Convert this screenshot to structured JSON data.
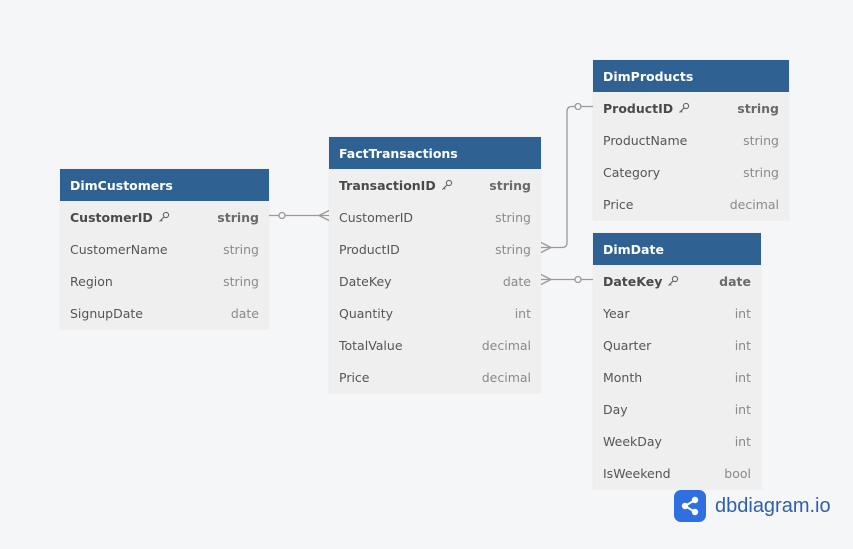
{
  "tables": {
    "dim_customers": {
      "name": "DimCustomers",
      "columns": [
        {
          "name": "CustomerID",
          "type": "string",
          "pk": true
        },
        {
          "name": "CustomerName",
          "type": "string"
        },
        {
          "name": "Region",
          "type": "string"
        },
        {
          "name": "SignupDate",
          "type": "date"
        }
      ]
    },
    "fact_transactions": {
      "name": "FactTransactions",
      "columns": [
        {
          "name": "TransactionID",
          "type": "string",
          "pk": true
        },
        {
          "name": "CustomerID",
          "type": "string"
        },
        {
          "name": "ProductID",
          "type": "string"
        },
        {
          "name": "DateKey",
          "type": "date"
        },
        {
          "name": "Quantity",
          "type": "int"
        },
        {
          "name": "TotalValue",
          "type": "decimal"
        },
        {
          "name": "Price",
          "type": "decimal"
        }
      ]
    },
    "dim_products": {
      "name": "DimProducts",
      "columns": [
        {
          "name": "ProductID",
          "type": "string",
          "pk": true
        },
        {
          "name": "ProductName",
          "type": "string"
        },
        {
          "name": "Category",
          "type": "string"
        },
        {
          "name": "Price",
          "type": "decimal"
        }
      ]
    },
    "dim_date": {
      "name": "DimDate",
      "columns": [
        {
          "name": "DateKey",
          "type": "date",
          "pk": true
        },
        {
          "name": "Year",
          "type": "int"
        },
        {
          "name": "Quarter",
          "type": "int"
        },
        {
          "name": "Month",
          "type": "int"
        },
        {
          "name": "Day",
          "type": "int"
        },
        {
          "name": "WeekDay",
          "type": "int"
        },
        {
          "name": "IsWeekend",
          "type": "bool"
        }
      ]
    }
  },
  "relationships": [
    {
      "from": "DimCustomers.CustomerID",
      "to": "FactTransactions.CustomerID",
      "cardinality": "one-to-many"
    },
    {
      "from": "DimProducts.ProductID",
      "to": "FactTransactions.ProductID",
      "cardinality": "one-to-many"
    },
    {
      "from": "DimDate.DateKey",
      "to": "FactTransactions.DateKey",
      "cardinality": "one-to-many"
    }
  ],
  "brand": {
    "label": "dbdiagram.io",
    "icon": "share-nodes-icon"
  },
  "colors": {
    "header": "#2f6293",
    "table_body": "#efefef",
    "connector": "#9a9a9a",
    "brand": "#2f6fe0"
  }
}
